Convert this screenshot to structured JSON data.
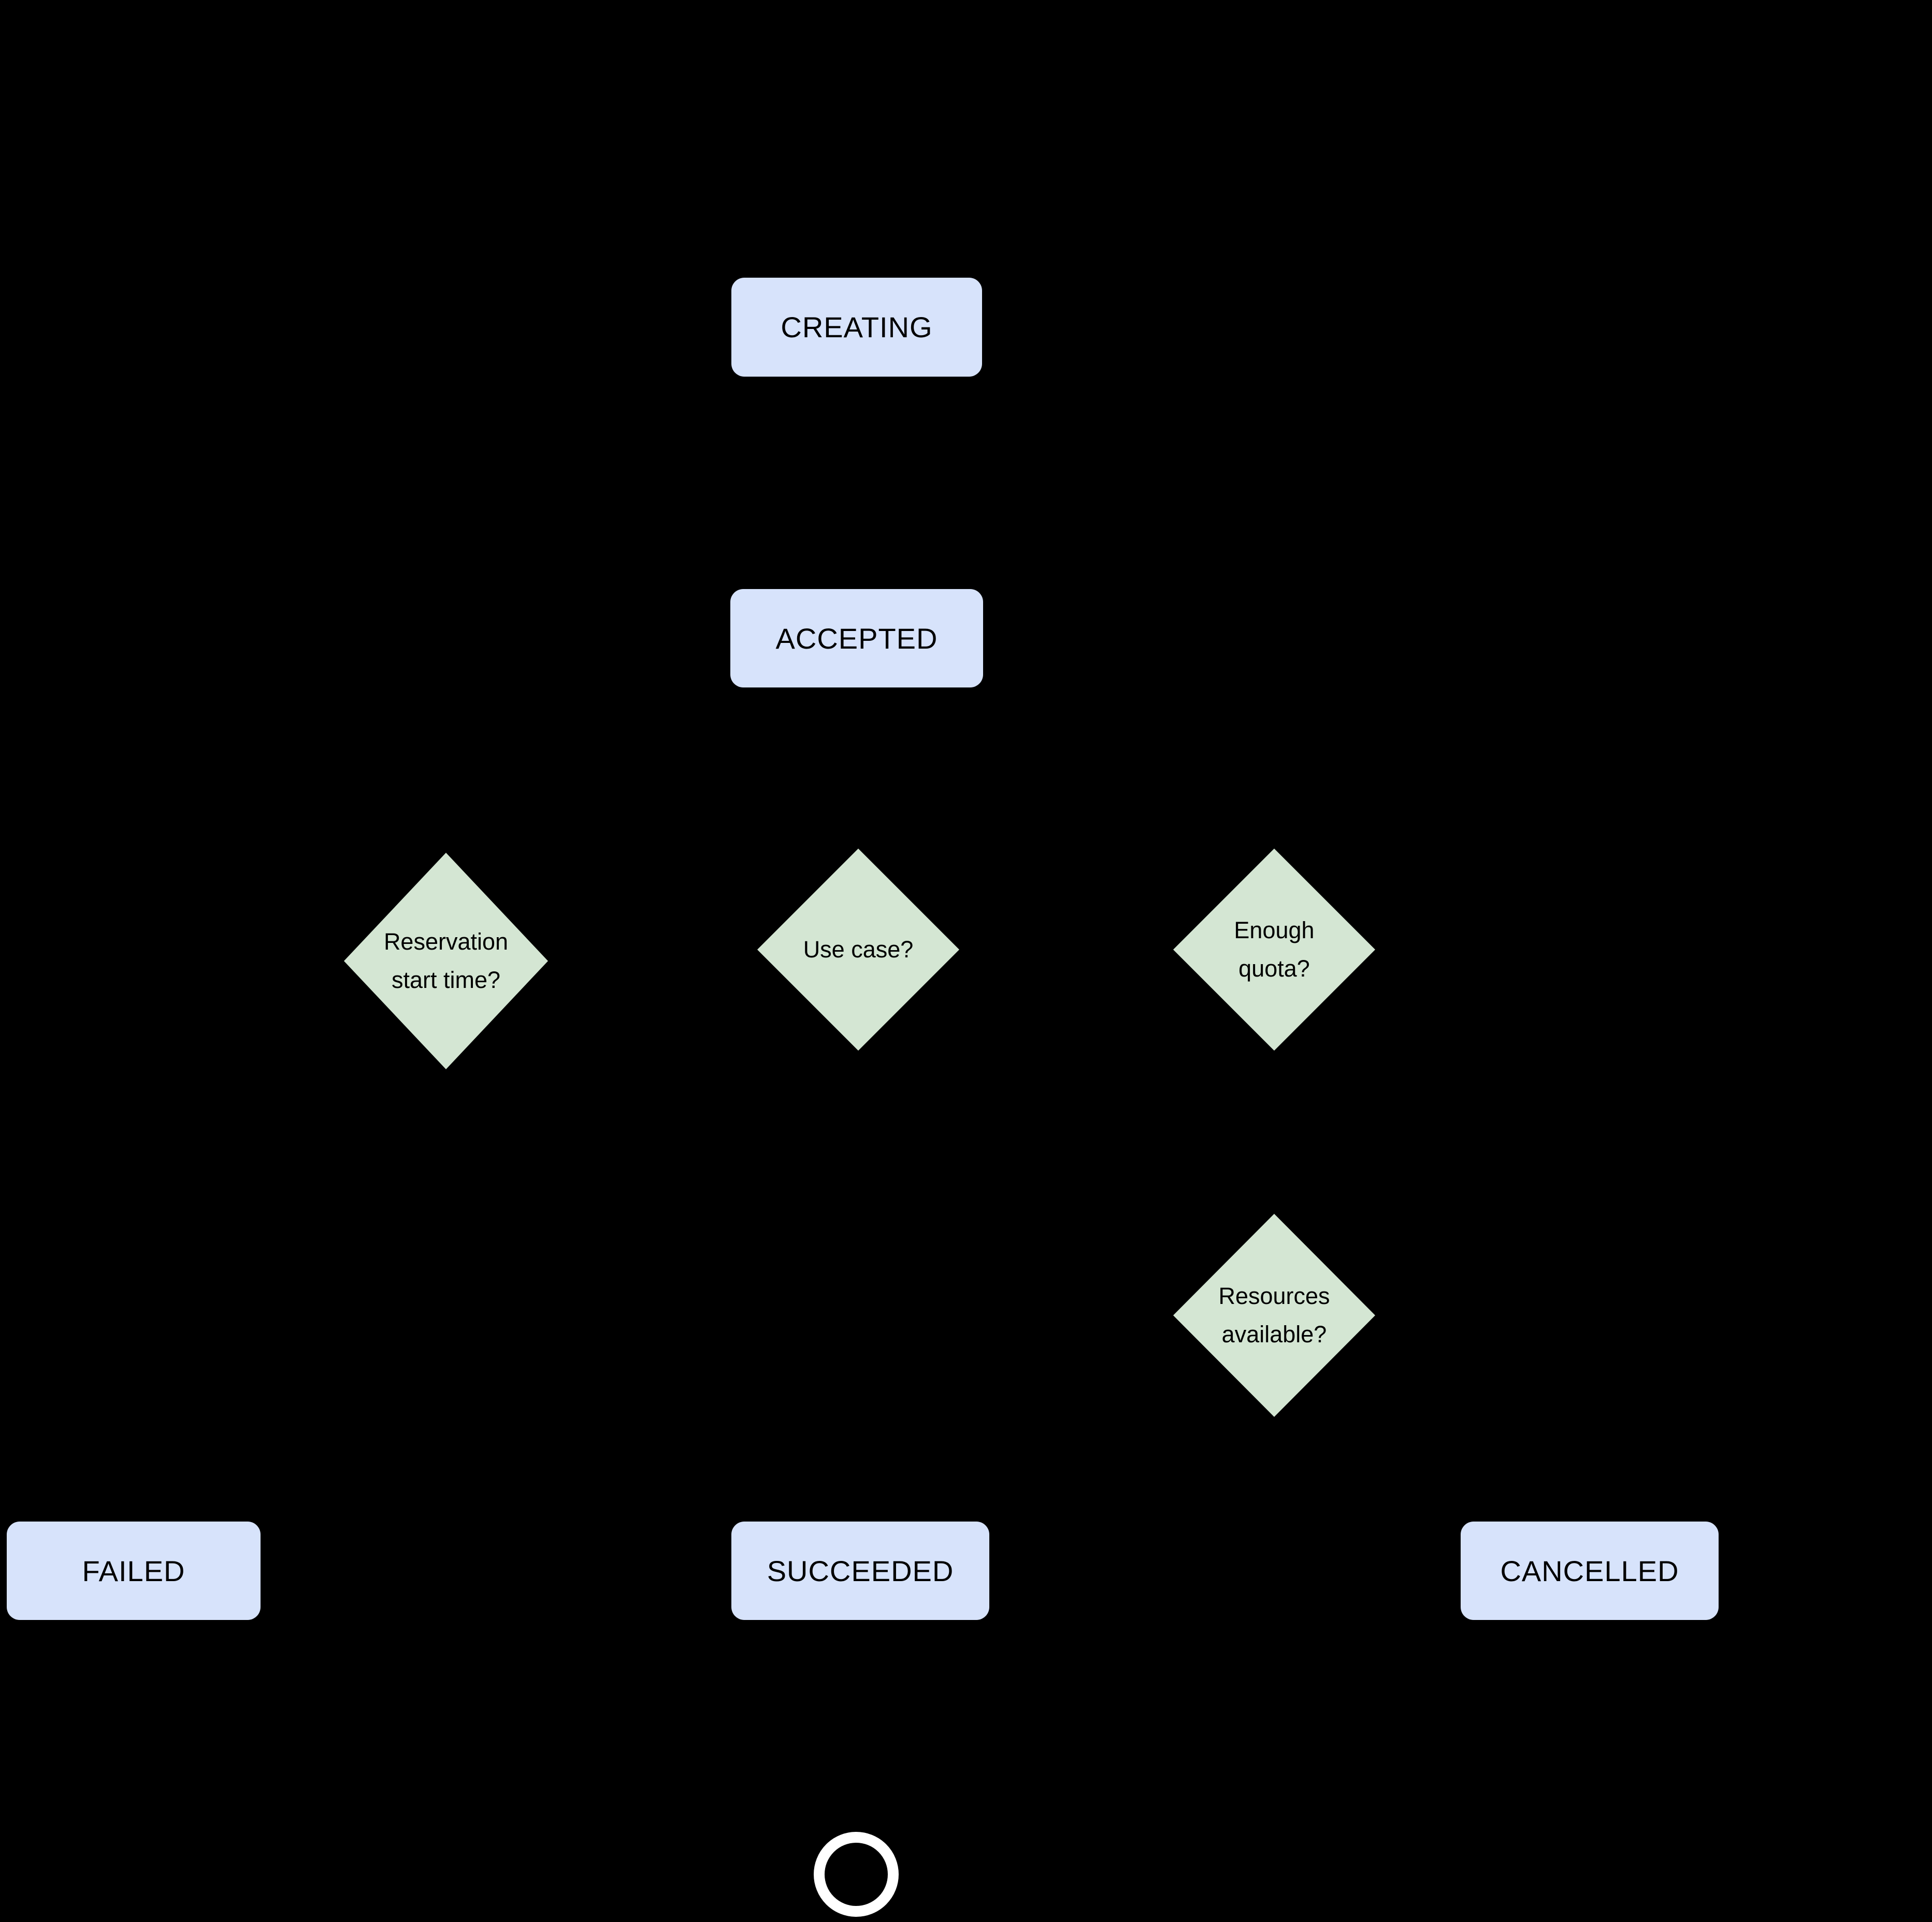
{
  "colors": {
    "background": "#000000",
    "state_fill": "#D7E3FB",
    "decision_fill": "#D4E6D3",
    "node_text": "#000000",
    "end_ring": "#FFFFFF"
  },
  "nodes": {
    "creating": {
      "label": "CREATING"
    },
    "accepted": {
      "label": "ACCEPTED"
    },
    "reservation_start_time": {
      "lines": [
        "Reservation",
        "start time?"
      ]
    },
    "use_case": {
      "lines": [
        "Use case?"
      ]
    },
    "enough_quota": {
      "lines": [
        "Enough",
        "quota?"
      ]
    },
    "resources_available": {
      "lines": [
        "Resources",
        "available?"
      ]
    },
    "failed": {
      "label": "FAILED"
    },
    "succeeded": {
      "label": "SUCCEEDED"
    },
    "cancelled": {
      "label": "CANCELLED"
    }
  },
  "icons": {
    "end_state": "end-state-ring"
  }
}
